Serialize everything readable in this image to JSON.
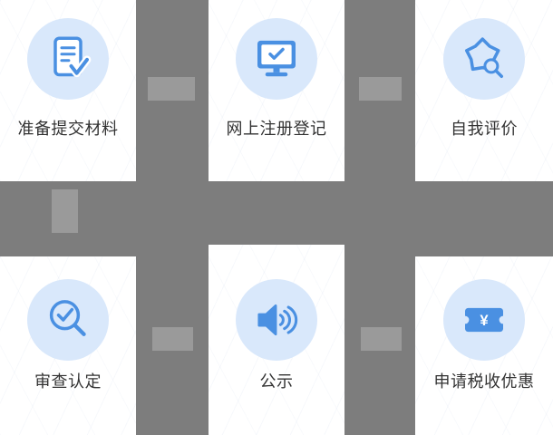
{
  "theme": {
    "background": "#7d7d7d",
    "connector": "#9a9a9a",
    "card": "#ffffff",
    "accent": "#4a90e2",
    "icon_bg": "#d9e8fb",
    "text": "#333333"
  },
  "flow": {
    "steps": [
      {
        "label": "准备提交材料",
        "icon": "document-check-icon"
      },
      {
        "label": "网上注册登记",
        "icon": "monitor-check-icon"
      },
      {
        "label": "自我评价",
        "icon": "seal-magnifier-icon"
      },
      {
        "label": "审查认定",
        "icon": "magnifier-check-icon"
      },
      {
        "label": "公示",
        "icon": "speaker-icon"
      },
      {
        "label": "申请税收优惠",
        "icon": "ticket-yuan-icon",
        "symbol": "¥"
      }
    ]
  }
}
